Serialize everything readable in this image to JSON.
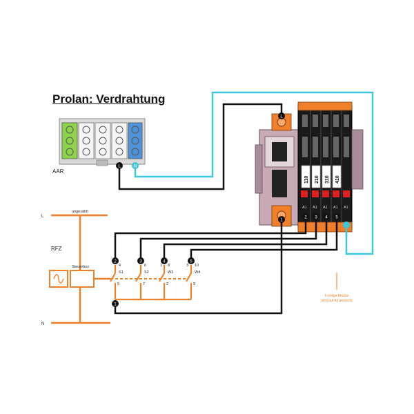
{
  "title": "Prolan: Verdrahtung",
  "labels": {
    "aar": "AAR",
    "rfz": "RFZ",
    "l": "L",
    "n": "N",
    "ungezahlt": "ungezählt",
    "steuerbox": "Steuerbox",
    "bridge_note_1": "5-polige Brücke",
    "bridge_note_2": "wird auf A2 gesteckt"
  },
  "aar_markers": {
    "left": "L",
    "right": "N"
  },
  "relay_channels": [
    {
      "label": "110",
      "a1": "A1",
      "num": "2"
    },
    {
      "label": "210",
      "a1": "A1",
      "num": "3"
    },
    {
      "label": "310",
      "a1": "A1",
      "num": "4"
    },
    {
      "label": "410",
      "a1": "A1",
      "num": "5"
    }
  ],
  "relay_pins": {
    "top": "L",
    "bottom": "1",
    "extra_a1": "A1"
  },
  "contacts": [
    {
      "marker": "2",
      "top": "4",
      "name": "S1",
      "bottom": "5"
    },
    {
      "marker": "3",
      "top": "6",
      "name": "S2",
      "bottom": "7"
    },
    {
      "marker": "4",
      "top": "8",
      "name": "W3",
      "bottom": "2",
      "extra": "1"
    },
    {
      "marker": "5",
      "top": "10",
      "name": "W4",
      "bottom": "9",
      "extra": "3"
    }
  ],
  "common_marker": "1",
  "colors": {
    "orange": "#f07f2a",
    "cyan": "#3ec6dc",
    "black": "#111111",
    "green": "#8fd34a",
    "blue": "#4e92d8",
    "red": "#e02020",
    "housing": "#c8a9b6"
  }
}
